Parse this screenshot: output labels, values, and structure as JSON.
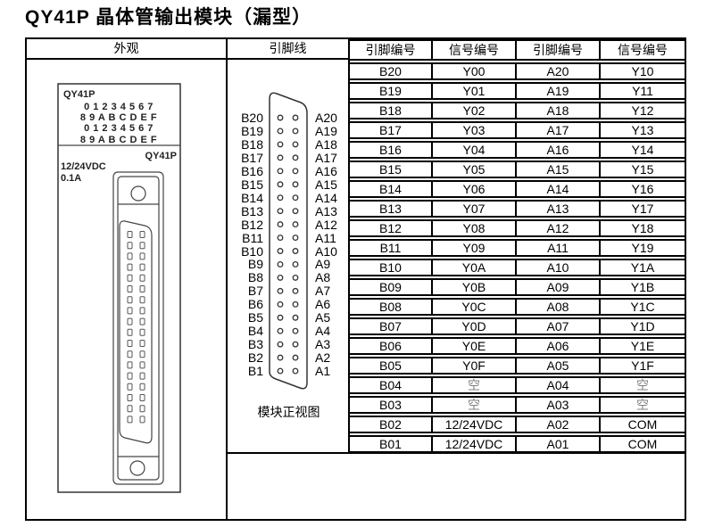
{
  "title": "QY41P 晶体管输出模块（漏型）",
  "colors": {
    "border": "#000000",
    "drawing_line": "#333333",
    "muted_text": "#808080",
    "background": "#ffffff"
  },
  "panels": {
    "appearance": {
      "header": "外观",
      "module": {
        "model_label_top": "QY41P",
        "led_rows": [
          "0 1 2 3 4 5 6 7",
          "8 9 A B C D E F",
          "0 1 2 3 4 5 6 7",
          "8 9 A B C D E F"
        ],
        "model_label_mid": "QY41P",
        "voltage": "12/24VDC",
        "current": "0.1A"
      }
    },
    "pins": {
      "header": "引脚线",
      "caption": "模块正视图",
      "left_labels": [
        "B20",
        "B19",
        "B18",
        "B17",
        "B16",
        "B15",
        "B14",
        "B13",
        "B12",
        "B11",
        "B10",
        "B9",
        "B8",
        "B7",
        "B6",
        "B5",
        "B4",
        "B3",
        "B2",
        "B1"
      ],
      "right_labels": [
        "A20",
        "A19",
        "A18",
        "A17",
        "A16",
        "A15",
        "A14",
        "A13",
        "A12",
        "A11",
        "A10",
        "A9",
        "A8",
        "A7",
        "A6",
        "A5",
        "A4",
        "A3",
        "A2",
        "A1"
      ]
    },
    "table": {
      "headers": [
        "引脚编号",
        "信号编号",
        "引脚编号",
        "信号编号"
      ],
      "muted_text": "空",
      "rows": [
        [
          "B20",
          "Y00",
          "A20",
          "Y10"
        ],
        [
          "B19",
          "Y01",
          "A19",
          "Y11"
        ],
        [
          "B18",
          "Y02",
          "A18",
          "Y12"
        ],
        [
          "B17",
          "Y03",
          "A17",
          "Y13"
        ],
        [
          "B16",
          "Y04",
          "A16",
          "Y14"
        ],
        [
          "B15",
          "Y05",
          "A15",
          "Y15"
        ],
        [
          "B14",
          "Y06",
          "A14",
          "Y16"
        ],
        [
          "B13",
          "Y07",
          "A13",
          "Y17"
        ],
        [
          "B12",
          "Y08",
          "A12",
          "Y18"
        ],
        [
          "B11",
          "Y09",
          "A11",
          "Y19"
        ],
        [
          "B10",
          "Y0A",
          "A10",
          "Y1A"
        ],
        [
          "B09",
          "Y0B",
          "A09",
          "Y1B"
        ],
        [
          "B08",
          "Y0C",
          "A08",
          "Y1C"
        ],
        [
          "B07",
          "Y0D",
          "A07",
          "Y1D"
        ],
        [
          "B06",
          "Y0E",
          "A06",
          "Y1E"
        ],
        [
          "B05",
          "Y0F",
          "A05",
          "Y1F"
        ],
        [
          "B04",
          "空",
          "A04",
          "空"
        ],
        [
          "B03",
          "空",
          "A03",
          "空"
        ],
        [
          "B02",
          "12/24VDC",
          "A02",
          "COM"
        ],
        [
          "B01",
          "12/24VDC",
          "A01",
          "COM"
        ]
      ]
    }
  }
}
